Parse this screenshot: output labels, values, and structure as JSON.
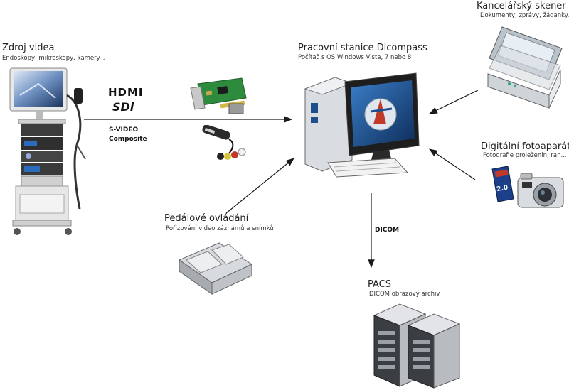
{
  "source": {
    "title": "Zdroj videa",
    "subtitle": "Endoskopy, mikroskopy, kamery..."
  },
  "workstation": {
    "title": "Pracovní stanice Dicompass",
    "subtitle": "Počítač s OS Windows Vista, 7 nebo 8"
  },
  "scanner": {
    "title": "Kancelářský skener",
    "subtitle": "Dokumenty, zprávy, žádanky..."
  },
  "camera": {
    "title": "Digitální fotoaparát",
    "subtitle": "Fotografie proleženin, ran..."
  },
  "pedal": {
    "title": "Pedálové ovládání",
    "subtitle": "Pořizování video záznámů a snímků"
  },
  "pacs": {
    "title": "PACS",
    "subtitle": "DICOM obrazový archiv"
  },
  "connections": {
    "hdmi_logo": "HDMI",
    "sdi_logo": "SDi",
    "svideo": "S-VIDEO",
    "composite": "Composite",
    "dicom": "DICOM"
  },
  "colors": {
    "text": "#222222",
    "arrow": "#1a1a1a",
    "monitor_blue": "#1f4e8c",
    "pcb_green": "#2e8b3d"
  }
}
